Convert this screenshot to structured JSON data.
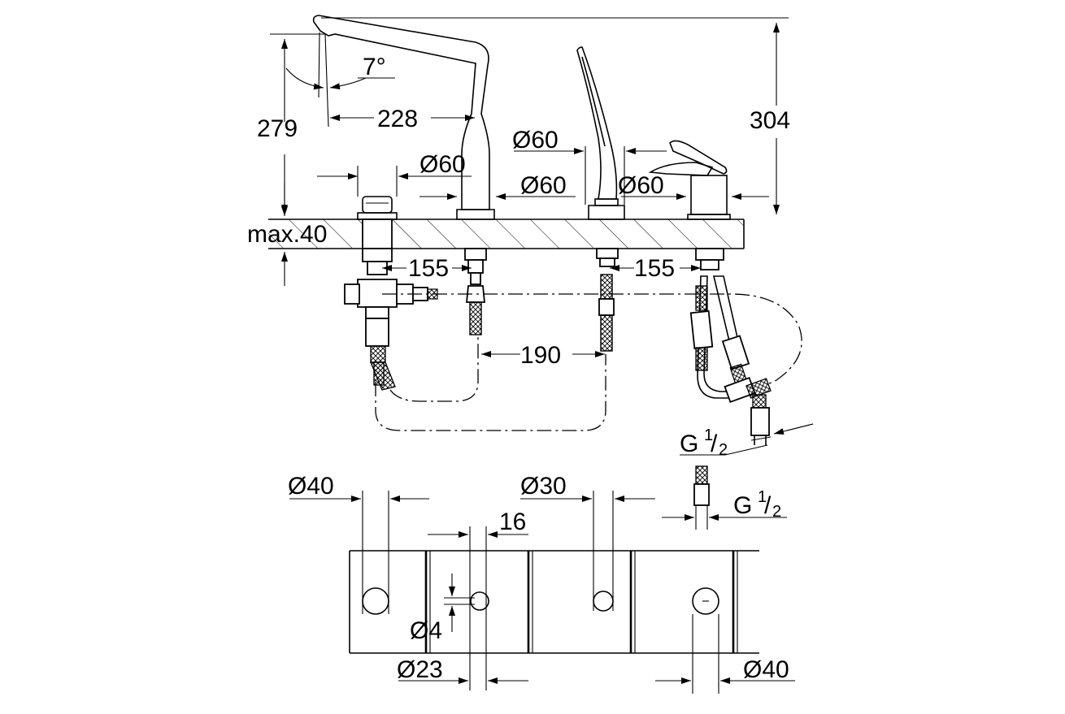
{
  "dimensions": {
    "angle": "7°",
    "spout_reach": "228",
    "spout_height": "279",
    "total_height": "304",
    "max_deck": "max.40",
    "dia_60_a": "Ø60",
    "dia_60_b": "Ø60",
    "dia_60_c": "Ø60",
    "dia_60_d": "Ø60",
    "spacing_155_left": "155",
    "spacing_155_right": "155",
    "spacing_190": "190",
    "thread_upper": "G",
    "thread_lower": "G",
    "thread_frac_num": "1",
    "thread_frac_den": "2",
    "hole_40_left": "Ø40",
    "hole_30": "Ø30",
    "hole_16": "16",
    "hole_4": "Ø4",
    "hole_23": "Ø23",
    "hole_40_right": "Ø40"
  }
}
